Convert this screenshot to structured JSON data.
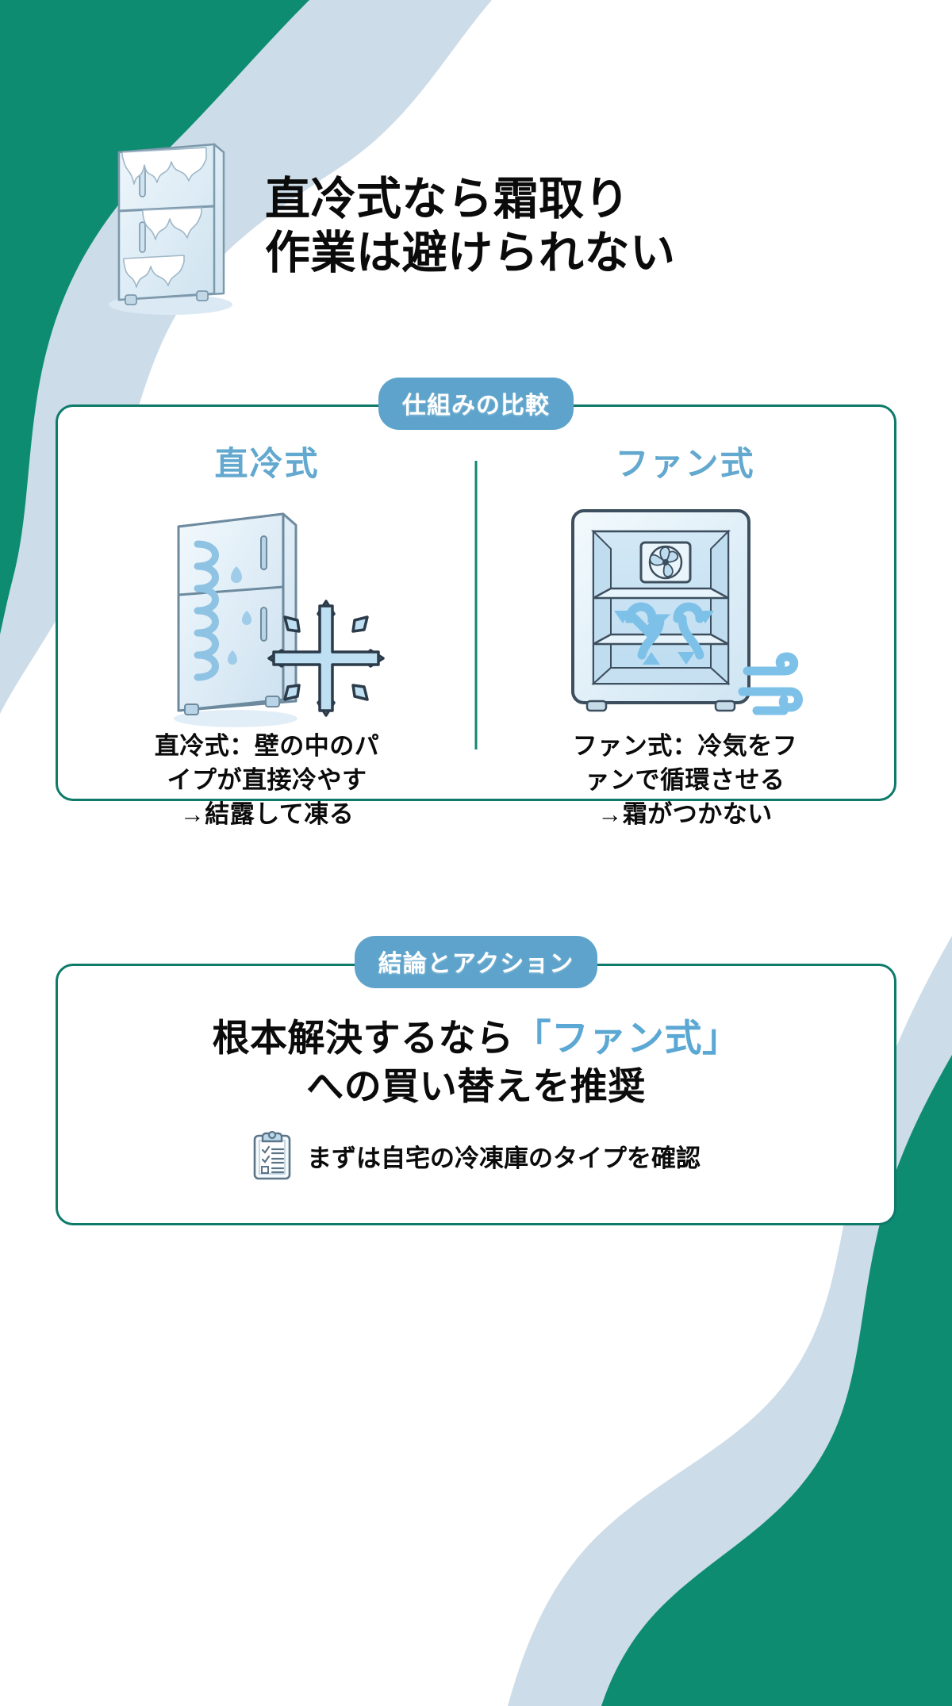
{
  "theme": {
    "brand_green": "#0d7a6a",
    "wave_green": "#0e8c72",
    "wave_blue_gray": "#ccdce8",
    "badge_blue": "#5ea3cb",
    "heading_blue": "#63a8cf",
    "accent_blue": "#5ba8d4",
    "divider_teal": "#138576",
    "text_black": "#0b0b0b"
  },
  "header": {
    "icon": "frosted-refrigerator-icon",
    "title_line1": "直冷式なら霜取り",
    "title_line2": "作業は避けられない"
  },
  "compare": {
    "badge": "仕組みの比較",
    "columns": [
      {
        "title": "直冷式",
        "art": "direct-cooling-fridge-with-snowflake-illustration",
        "caption_line1": "直冷式：壁の中のパ",
        "caption_line2": "イプが直接冷やす",
        "caption_line3": "→結露して凍る"
      },
      {
        "title": "ファン式",
        "art": "fan-cooling-freezer-with-airflow-illustration",
        "caption_line1": "ファン式：冷気をフ",
        "caption_line2": "ァンで循環させる",
        "caption_line3": "→霜がつかない"
      }
    ]
  },
  "conclusion": {
    "badge": "結論とアクション",
    "line1_prefix": "根本解決するなら",
    "line1_accent": "「ファン式」",
    "line2": "への買い替えを推奨",
    "action_icon": "clipboard-checklist-icon",
    "action_text": "まずは自宅の冷凍庫のタイプを確認"
  }
}
